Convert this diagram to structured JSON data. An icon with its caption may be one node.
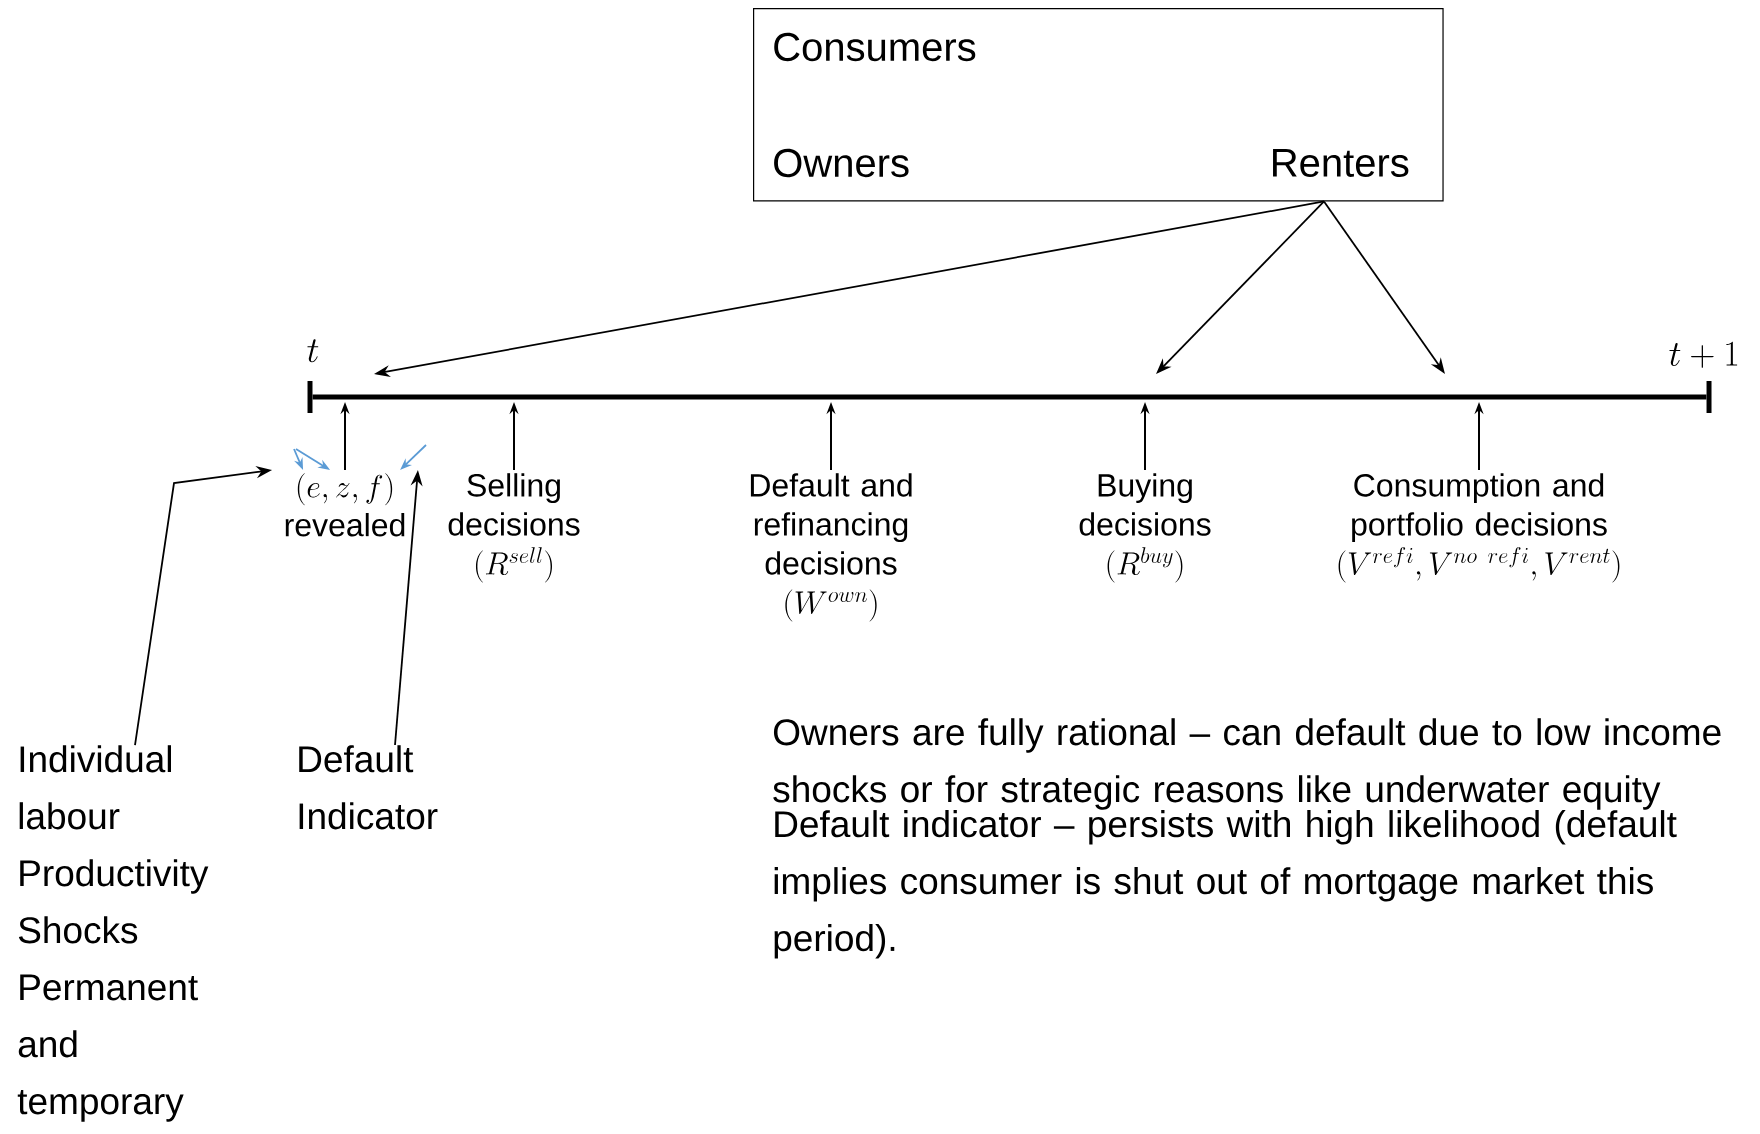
{
  "diagram": {
    "nodes": [
      {
        "text": [
          "Consumers",
          "Owners",
          "Renters"
        ]
      },
      {
        "text": [],
        "shape": "bar",
        "beside": [
          "t",
          "t+1"
        ]
      },
      {
        "text": [
          "(e, z, f)",
          "revealed"
        ]
      },
      {
        "text": [
          "Selling decisions",
          "(R^{sell})"
        ]
      },
      {
        "text": [
          "Default and refinancing decisions",
          "(W^{own})"
        ]
      },
      {
        "text": [
          "Buying decisions",
          "(R^{buy})"
        ]
      },
      {
        "text": [
          "Consumption and portfolio decisions",
          "(V^{refi},V^{no\\ refi},V^{rent})"
        ]
      },
      {
        "text": [
          "Individual labour Productivity Shocks Permanent and temporary"
        ]
      },
      {
        "text": [
          "Default Indicator"
        ]
      }
    ],
    "edges": [
      {
        "from": 0,
        "to": 1,
        "arrow": "to"
      },
      {
        "from": 0,
        "to": 1,
        "arrow": "to"
      },
      {
        "from": 0,
        "to": 1,
        "arrow": "to"
      },
      {
        "from": 2,
        "to": 1,
        "arrow": "to"
      },
      {
        "from": 3,
        "to": 1,
        "arrow": "to"
      },
      {
        "from": 4,
        "to": 1,
        "arrow": "to"
      },
      {
        "from": 5,
        "to": 1,
        "arrow": "to"
      },
      {
        "from": 6,
        "to": 1,
        "arrow": "to"
      },
      {
        "from": 7,
        "to": 2,
        "arrow": "to"
      },
      {
        "from": 8,
        "to": 2,
        "arrow": "to"
      },
      {
        "from": null,
        "to": 2,
        "arrow": "to",
        "color": "#5b9bd5"
      },
      {
        "from": null,
        "to": 2,
        "arrow": "to",
        "color": "#5b9bd5"
      },
      {
        "from": null,
        "to": 2,
        "arrow": "to",
        "color": "#5b9bd5"
      }
    ],
    "labels": [
      "Owners are fully rational – can default due to low income shocks or for strategic reasons like underwater equity",
      "Default indicator – persists with high likelihood (default implies consumer is shut out of mortgage market this period)."
    ]
  }
}
